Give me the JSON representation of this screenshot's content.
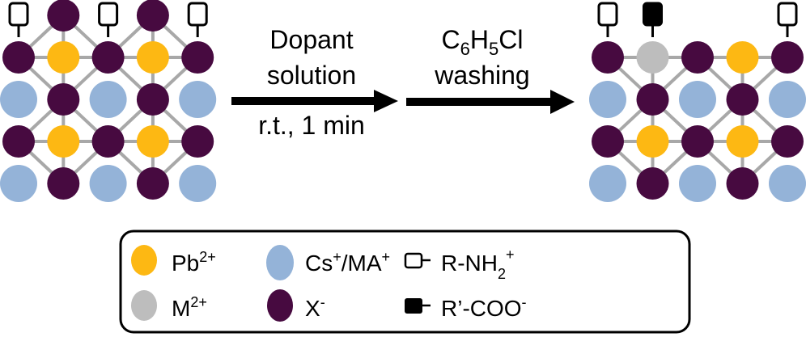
{
  "colors": {
    "Pb": "#fdb813",
    "M": "#bdbdbd",
    "Cs": "#94b3d8",
    "X": "#470a40",
    "bond": "#a8a8a8",
    "ink": "#000000"
  },
  "lattice_before": {
    "ligands": [
      "open",
      "",
      "open",
      "",
      "open"
    ],
    "rows": [
      [
        "",
        "X",
        "",
        "X",
        ""
      ],
      [
        "X",
        "Pb",
        "X",
        "Pb",
        "X"
      ],
      [
        "Cs",
        "X",
        "Cs",
        "X",
        "Cs"
      ],
      [
        "X",
        "Pb",
        "X",
        "Pb",
        "X"
      ],
      [
        "Cs",
        "X",
        "Cs",
        "X",
        "Cs"
      ]
    ]
  },
  "lattice_after": {
    "ligands": [
      "open",
      "filled",
      "",
      "",
      "open"
    ],
    "rows": [
      [
        "X",
        "M",
        "X",
        "Pb",
        "X"
      ],
      [
        "Cs",
        "X",
        "Cs",
        "X",
        "Cs"
      ],
      [
        "X",
        "Pb",
        "X",
        "Pb",
        "X"
      ],
      [
        "Cs",
        "X",
        "Cs",
        "X",
        "Cs"
      ]
    ]
  },
  "step1": {
    "line1": "Dopant",
    "line2": "solution",
    "condition": "r.t., 1 min"
  },
  "step2": {
    "c": "C",
    "sub6": "6",
    "h": "H",
    "sub5": "5",
    "cl": "Cl",
    "line2": "washing"
  },
  "legend": {
    "pb": {
      "base": "Pb",
      "sup": "2+"
    },
    "m": {
      "base": "M",
      "sup": "2+"
    },
    "cs": {
      "a": "Cs",
      "sup1": "+",
      "b": "/MA",
      "sup2": "+"
    },
    "x": {
      "base": "X",
      "sup": "-"
    },
    "amine": {
      "base": "R-NH",
      "sub": "2",
      "sup": "+"
    },
    "carboxylate": {
      "base": "R’-COO",
      "sup": "-"
    }
  }
}
